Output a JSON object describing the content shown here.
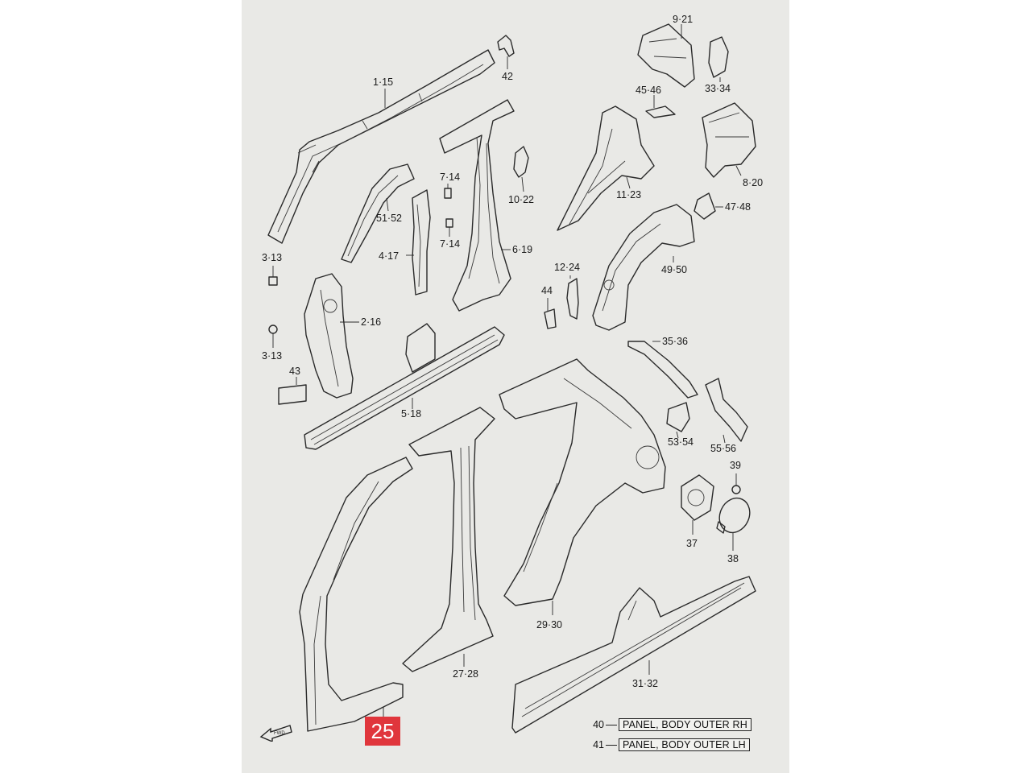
{
  "page_number": "25",
  "direction_arrow": {
    "icon": "front-direction-arrow-icon",
    "label": "FWD"
  },
  "callouts": [
    {
      "id": "c-1-15",
      "text": "1·15"
    },
    {
      "id": "c-42",
      "text": "42"
    },
    {
      "id": "c-9-21",
      "text": "9·21"
    },
    {
      "id": "c-33-34",
      "text": "33·34"
    },
    {
      "id": "c-45-46",
      "text": "45·46"
    },
    {
      "id": "c-8-20",
      "text": "8·20"
    },
    {
      "id": "c-11-23",
      "text": "11·23"
    },
    {
      "id": "c-47-48",
      "text": "47·48"
    },
    {
      "id": "c-7-14a",
      "text": "7·14"
    },
    {
      "id": "c-10-22",
      "text": "10·22"
    },
    {
      "id": "c-51-52",
      "text": "51·52"
    },
    {
      "id": "c-7-14b",
      "text": "7·14"
    },
    {
      "id": "c-4-17",
      "text": "4·17"
    },
    {
      "id": "c-6-19",
      "text": "6·19"
    },
    {
      "id": "c-3-13a",
      "text": "3·13"
    },
    {
      "id": "c-12-24",
      "text": "12·24"
    },
    {
      "id": "c-49-50",
      "text": "49·50"
    },
    {
      "id": "c-44",
      "text": "44"
    },
    {
      "id": "c-2-16",
      "text": "2·16"
    },
    {
      "id": "c-3-13b",
      "text": "3·13"
    },
    {
      "id": "c-35-36",
      "text": "35·36"
    },
    {
      "id": "c-43",
      "text": "43"
    },
    {
      "id": "c-5-18",
      "text": "5·18"
    },
    {
      "id": "c-53-54",
      "text": "53·54"
    },
    {
      "id": "c-55-56",
      "text": "55·56"
    },
    {
      "id": "c-39",
      "text": "39"
    },
    {
      "id": "c-37",
      "text": "37"
    },
    {
      "id": "c-38",
      "text": "38"
    },
    {
      "id": "c-29-30",
      "text": "29·30"
    },
    {
      "id": "c-27-28",
      "text": "27·28"
    },
    {
      "id": "c-31-32",
      "text": "31·32"
    }
  ],
  "legend": [
    {
      "number": "40",
      "text": "PANEL, BODY OUTER RH"
    },
    {
      "number": "41",
      "text": "PANEL, BODY OUTER LH"
    }
  ]
}
